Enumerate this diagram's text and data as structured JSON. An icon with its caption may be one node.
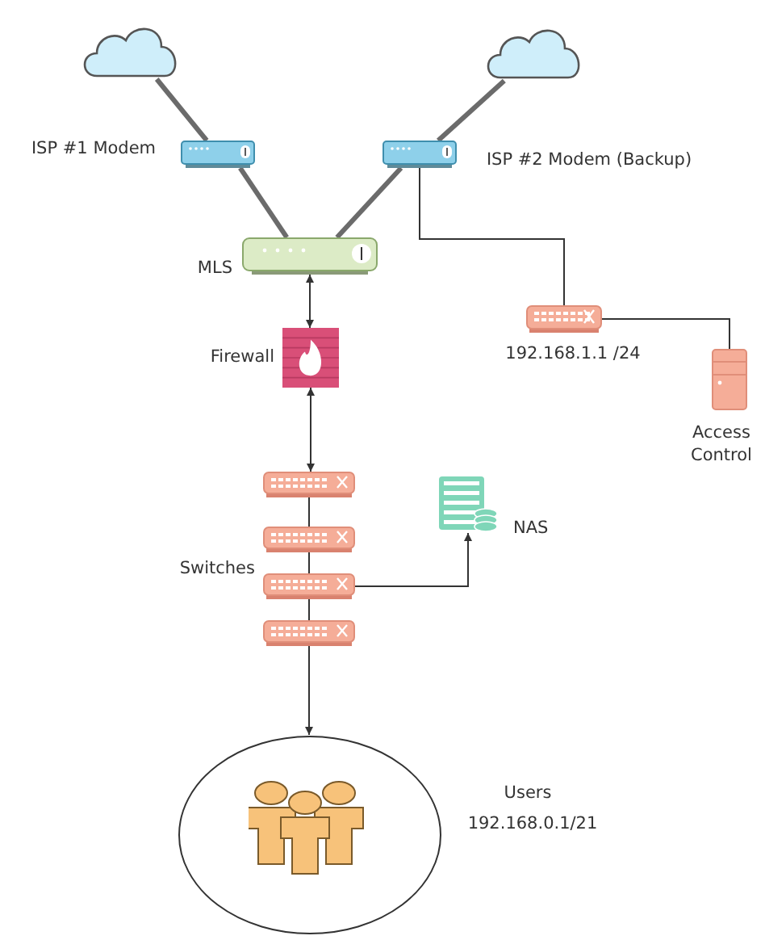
{
  "diagram": {
    "nodes": [
      {
        "text": [],
        "shape": "cloud"
      },
      {
        "text": [],
        "shape": "cloud"
      },
      {
        "text": [],
        "shape": "box",
        "beside": [
          "ISP #1 Modem"
        ]
      },
      {
        "text": [],
        "shape": "box",
        "beside": [
          "ISP #2 Modem (Backup)"
        ]
      },
      {
        "text": [],
        "shape": "box",
        "beside": [
          "MLS"
        ]
      },
      {
        "text": [],
        "shape": "box",
        "beside": [
          "Firewall"
        ]
      },
      {
        "text": [],
        "shape": "box",
        "beside": [
          "192.168.1.1 /24"
        ]
      },
      {
        "text": [],
        "shape": "box",
        "beside": [
          "Access Control"
        ]
      },
      {
        "text": [],
        "shape": "box"
      },
      {
        "text": [],
        "shape": "box"
      },
      {
        "text": [],
        "shape": "box"
      },
      {
        "text": [],
        "shape": "box"
      },
      {
        "text": [],
        "shape": "box",
        "beside": [
          "NAS"
        ]
      },
      {
        "text": [],
        "shape": "circle",
        "beside": [
          "Users",
          "192.168.0.1/21"
        ]
      }
    ],
    "edges": [
      {
        "from": 0,
        "to": 2,
        "arrow": "none",
        "style": "thick",
        "color": "#6b6b6b"
      },
      {
        "from": 1,
        "to": 3,
        "arrow": "none",
        "style": "thick",
        "color": "#6b6b6b"
      },
      {
        "from": 2,
        "to": 4,
        "arrow": "none",
        "style": "thick",
        "color": "#6b6b6b"
      },
      {
        "from": 3,
        "to": 4,
        "arrow": "none",
        "style": "thick",
        "color": "#6b6b6b"
      },
      {
        "from": 3,
        "to": 6,
        "arrow": "none"
      },
      {
        "from": 6,
        "to": 7,
        "arrow": "none"
      },
      {
        "from": 4,
        "to": 5,
        "arrow": "both"
      },
      {
        "from": 5,
        "to": 8,
        "arrow": "both"
      },
      {
        "from": 8,
        "to": 9,
        "arrow": "none"
      },
      {
        "from": 9,
        "to": 10,
        "arrow": "none"
      },
      {
        "from": 10,
        "to": 11,
        "arrow": "none"
      },
      {
        "from": 10,
        "to": 12,
        "arrow": "to"
      },
      {
        "from": 11,
        "to": 13,
        "arrow": "to"
      }
    ],
    "labels": [
      "Switches"
    ]
  }
}
